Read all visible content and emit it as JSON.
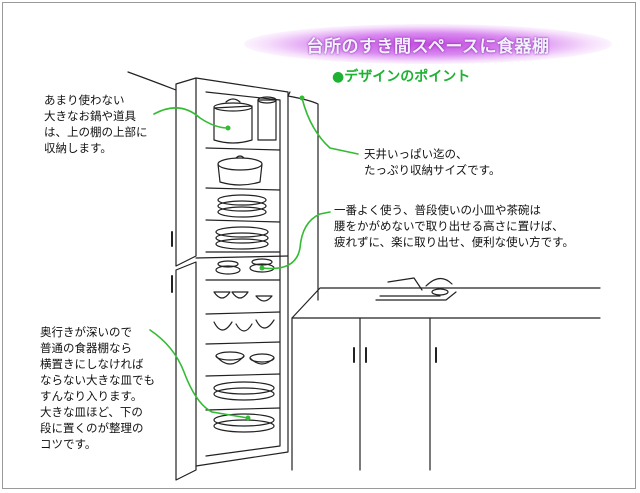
{
  "title": "台所のすき間スペースに食器棚",
  "subtitle": "●デザインのポイント",
  "notes": {
    "top_left": [
      "あまり使わない",
      "大きなお鍋や道具",
      "は、上の棚の上部に",
      "収納します。"
    ],
    "ceiling": [
      "天井いっぱい迄の、",
      "たっぷり収納サイズです。"
    ],
    "middle": [
      "一番よく使う、普段使いの小皿や茶碗は",
      "腰をかがめないで取り出せる高さに置けば、",
      "疲れずに、楽に取り出せ、便利な使い方です。"
    ],
    "bottom_left": [
      "奥行きが深いので",
      "普通の食器棚なら",
      "横置きにしなければ",
      "ならない大きな皿でも",
      "すんなり入ります。",
      "大きな皿ほど、下の",
      "段に置くのが整理の",
      "コツです。"
    ]
  },
  "colors": {
    "callout_line": "#33bb33",
    "title_glow": "#c44ce0",
    "subtitle": "#1db233",
    "line_art": "#222222"
  }
}
